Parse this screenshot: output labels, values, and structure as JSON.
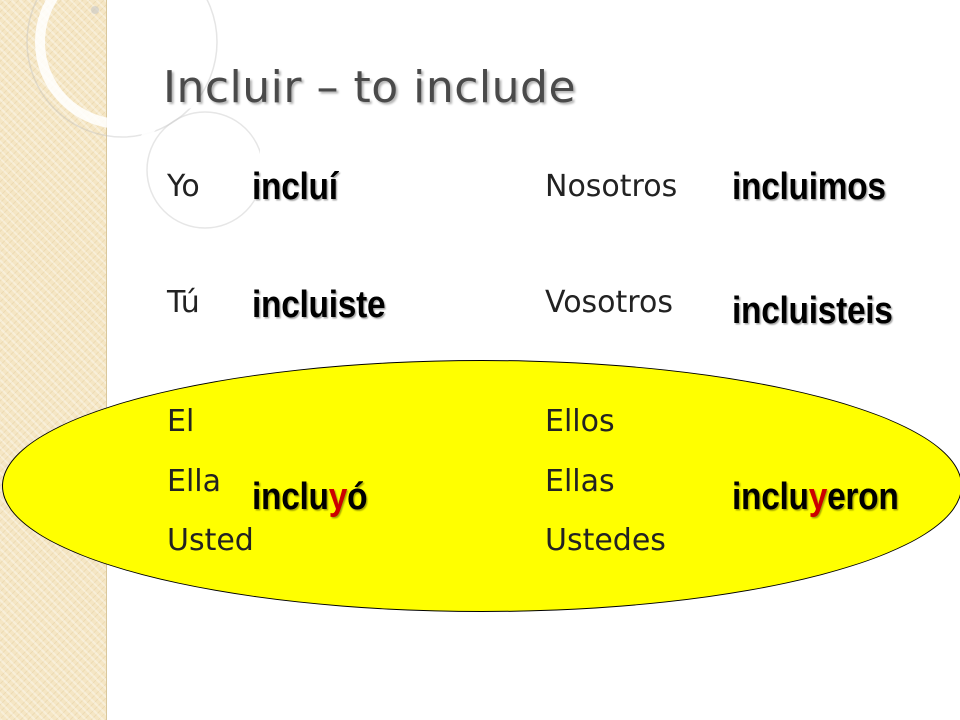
{
  "slide": {
    "title": "Incluir – to include",
    "colors": {
      "sidebar": "#f5e6c4",
      "highlight_oval": "#ffff00",
      "irregular_letter": "#cc0000",
      "title": "#4a4a4a"
    },
    "conjugations": [
      {
        "pronouns": [
          "Yo"
        ],
        "verb_prefix": "incluí",
        "verb_highlight": "",
        "verb_suffix": ""
      },
      {
        "pronouns": [
          "Tú"
        ],
        "verb_prefix": "incluiste",
        "verb_highlight": "",
        "verb_suffix": ""
      },
      {
        "pronouns": [
          "El",
          "Ella",
          "Usted"
        ],
        "verb_prefix": "inclu",
        "verb_highlight": "y",
        "verb_suffix": "ó"
      },
      {
        "pronouns": [
          "Nosotros"
        ],
        "verb_prefix": "incluimos",
        "verb_highlight": "",
        "verb_suffix": ""
      },
      {
        "pronouns": [
          "Vosotros"
        ],
        "verb_prefix": "incluisteis",
        "verb_highlight": "",
        "verb_suffix": ""
      },
      {
        "pronouns": [
          "Ellos",
          "Ellas",
          "Ustedes"
        ],
        "verb_prefix": "inclu",
        "verb_highlight": "y",
        "verb_suffix": "eron"
      }
    ]
  }
}
